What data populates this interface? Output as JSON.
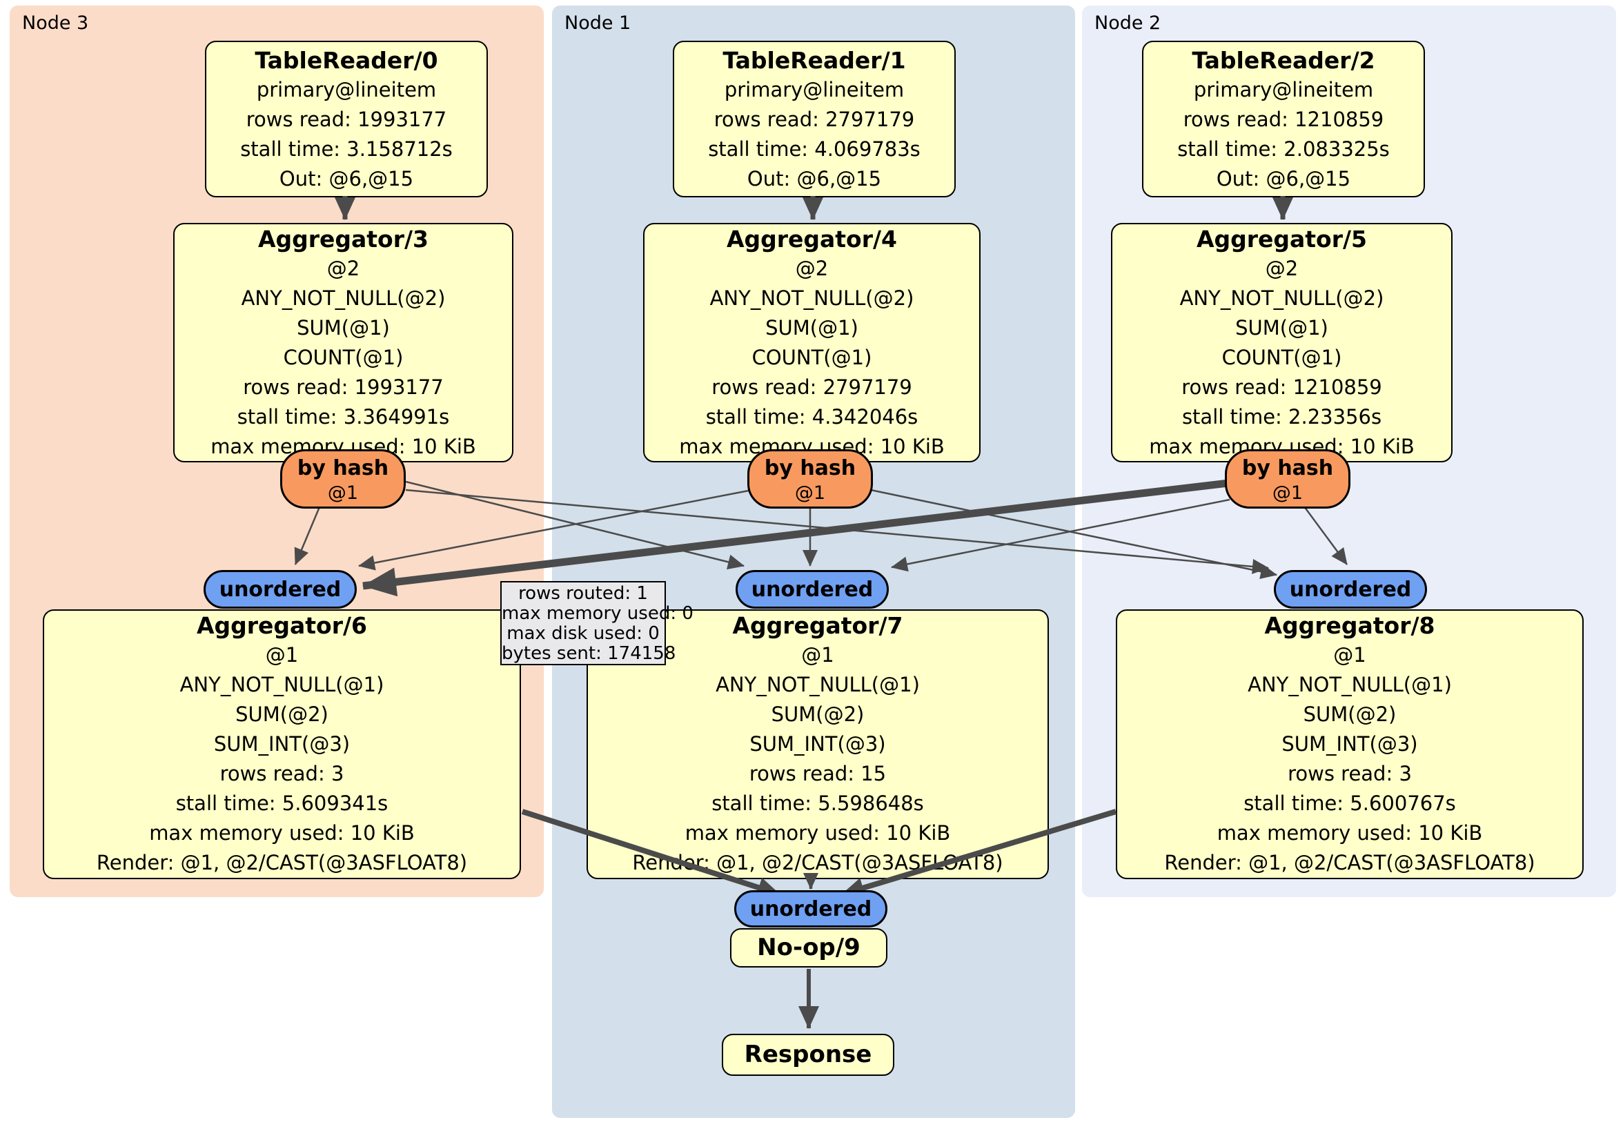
{
  "panels": {
    "node3": {
      "label": "Node 3"
    },
    "node1": {
      "label": "Node 1"
    },
    "node2": {
      "label": "Node 2"
    }
  },
  "processors": {
    "tr0": {
      "title": "TableReader/0",
      "lines": [
        "primary@lineitem",
        "rows read: 1993177",
        "stall time: 3.158712s",
        "Out: @6,@15"
      ]
    },
    "tr1": {
      "title": "TableReader/1",
      "lines": [
        "primary@lineitem",
        "rows read: 2797179",
        "stall time: 4.069783s",
        "Out: @6,@15"
      ]
    },
    "tr2": {
      "title": "TableReader/2",
      "lines": [
        "primary@lineitem",
        "rows read: 1210859",
        "stall time: 2.083325s",
        "Out: @6,@15"
      ]
    },
    "agg3": {
      "title": "Aggregator/3",
      "lines": [
        "@2",
        "ANY_NOT_NULL(@2)",
        "SUM(@1)",
        "COUNT(@1)",
        "rows read: 1993177",
        "stall time: 3.364991s",
        "max memory used: 10 KiB"
      ]
    },
    "agg4": {
      "title": "Aggregator/4",
      "lines": [
        "@2",
        "ANY_NOT_NULL(@2)",
        "SUM(@1)",
        "COUNT(@1)",
        "rows read: 2797179",
        "stall time: 4.342046s",
        "max memory used: 10 KiB"
      ]
    },
    "agg5": {
      "title": "Aggregator/5",
      "lines": [
        "@2",
        "ANY_NOT_NULL(@2)",
        "SUM(@1)",
        "COUNT(@1)",
        "rows read: 1210859",
        "stall time: 2.23356s",
        "max memory used: 10 KiB"
      ]
    },
    "agg6": {
      "title": "Aggregator/6",
      "lines": [
        "@1",
        "ANY_NOT_NULL(@1)",
        "SUM(@2)",
        "SUM_INT(@3)",
        "rows read: 3",
        "stall time: 5.609341s",
        "max memory used: 10 KiB",
        "Render: @1, @2/CAST(@3ASFLOAT8)"
      ]
    },
    "agg7": {
      "title": "Aggregator/7",
      "lines": [
        "@1",
        "ANY_NOT_NULL(@1)",
        "SUM(@2)",
        "SUM_INT(@3)",
        "rows read: 15",
        "stall time: 5.598648s",
        "max memory used: 10 KiB",
        "Render: @1, @2/CAST(@3ASFLOAT8)"
      ]
    },
    "agg8": {
      "title": "Aggregator/8",
      "lines": [
        "@1",
        "ANY_NOT_NULL(@1)",
        "SUM(@2)",
        "SUM_INT(@3)",
        "rows read: 3",
        "stall time: 5.600767s",
        "max memory used: 10 KiB",
        "Render: @1, @2/CAST(@3ASFLOAT8)"
      ]
    },
    "noop9": {
      "title": "No-op/9"
    },
    "response": {
      "title": "Response"
    }
  },
  "routers": {
    "by_hash": {
      "label": "by hash",
      "detail": "@1"
    }
  },
  "streams": {
    "unordered_label": "unordered"
  },
  "tooltip": {
    "lines": [
      "rows routed: 1",
      "max memory used: 0",
      "max disk used: 0",
      "bytes sent: 174158"
    ]
  },
  "colors": {
    "panel_node3": "#fbdcc8",
    "panel_node1": "#d3dfea",
    "panel_node2": "#e9eef8",
    "processor_fill": "#ffffc9",
    "router_fill": "#f89a5f",
    "stream_pill_fill": "#6fa0f2",
    "tooltip_fill": "#e9e9ec",
    "edge": "#4b4b4b"
  }
}
